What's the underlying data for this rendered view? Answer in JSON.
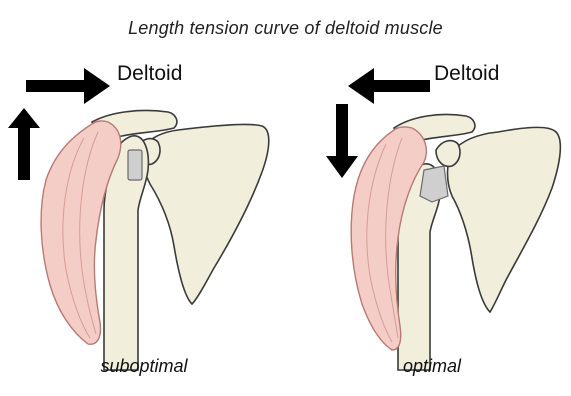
{
  "title": "Length tension curve of deltoid muscle",
  "panels": [
    {
      "label": "Deltoid",
      "caption": "suboptimal"
    },
    {
      "label": "Deltoid",
      "caption": "optimal"
    }
  ],
  "colors": {
    "bone": "#f1efdc",
    "bone_outline": "#3a3a3a",
    "muscle": "#f4cdc6",
    "muscle_outline": "#b87a74",
    "cartilage": "#cfcfcf",
    "arrow": "#000000"
  }
}
